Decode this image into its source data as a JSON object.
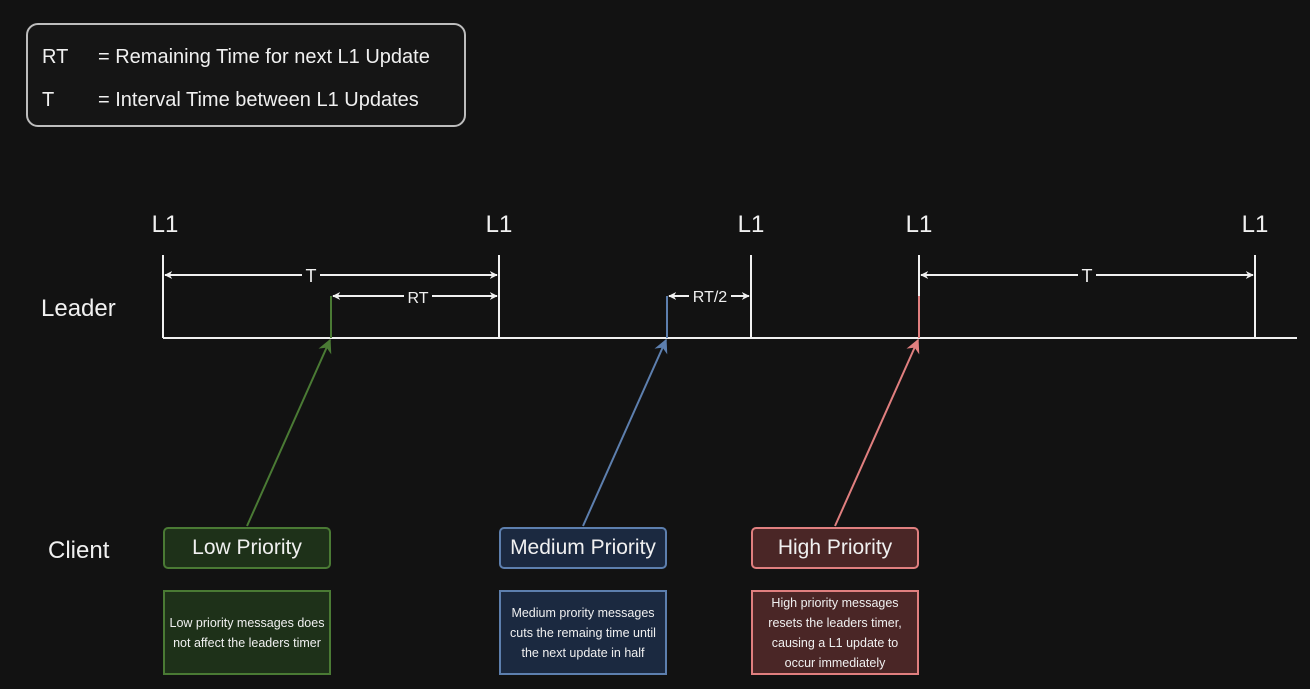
{
  "legend": {
    "rows": [
      {
        "abbr": "RT",
        "definition": "= Remaining Time for next L1 Update"
      },
      {
        "abbr": "T",
        "definition": "= Interval Time between L1 Updates"
      }
    ]
  },
  "lanes": {
    "leader": "Leader",
    "client": "Client"
  },
  "ticks": [
    "L1",
    "L1",
    "L1",
    "L1",
    "L1"
  ],
  "intervals": {
    "t_first": "T",
    "rt": "RT",
    "rt_half": "RT/2",
    "t_last": "T"
  },
  "priorities": {
    "low": {
      "label": "Low Priority",
      "description": "Low priority messages does not affect the leaders timer"
    },
    "medium": {
      "label": "Medium Priority",
      "description": "Medium prority messages cuts the remaing time until the next update in half"
    },
    "high": {
      "label": "High Priority",
      "description": "High priority messages resets the leaders timer, causing a L1 update to occur immediately"
    }
  },
  "colors": {
    "low": "#4a7a34",
    "medium": "#5d7fae",
    "high": "#e07f7f",
    "line": "#f0f0f0"
  }
}
